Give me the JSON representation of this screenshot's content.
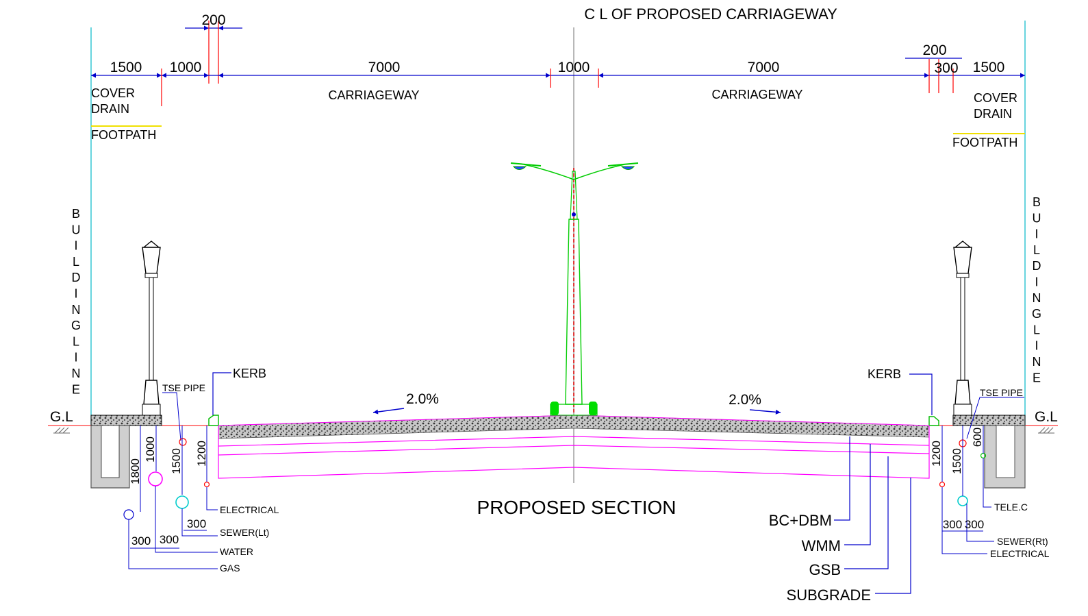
{
  "title": "C L OF PROPOSED CARRIAGEWAY",
  "section_title": "PROPOSED SECTION",
  "dims_top": {
    "d200_left": "200",
    "d1500_left": "1500",
    "d1000_left": "1000",
    "d7000_left": "7000",
    "d1000_median": "1000",
    "d7000_right": "7000",
    "d200_right": "200",
    "d300_right": "300",
    "d1500_right": "1500"
  },
  "labels": {
    "cover_drain_l1": "COVER",
    "cover_drain_l2": "DRAIN",
    "footpath": "FOOTPATH",
    "carriageway": "CARRIAGEWAY",
    "building_line": [
      "B",
      "U",
      "I",
      "L",
      "D",
      "I",
      "N",
      "G",
      "L",
      "I",
      "N",
      "E"
    ],
    "gl": "G.L",
    "kerb": "KERB",
    "tse_pipe": "TSE PIPE",
    "slope": "2.0%"
  },
  "utilities_left": {
    "dims": [
      "1800",
      "1000",
      "1500",
      "1200",
      "300",
      "300",
      "300"
    ],
    "labels": [
      "ELECTRICAL",
      "SEWER(Lt)",
      "WATER",
      "GAS"
    ]
  },
  "utilities_right": {
    "dims": [
      "1200",
      "1500",
      "600",
      "300",
      "300"
    ],
    "labels": [
      "TELE.C",
      "SEWER(Rt)",
      "ELECTRICAL"
    ]
  },
  "layers": [
    "BC+DBM",
    "WMM",
    "GSB",
    "SUBGRADE"
  ],
  "colors": {
    "dimension": "#0000cc",
    "building_line": "#00b8c8",
    "tick": "#ff0000",
    "layer": "#ff00ff",
    "pole": "#00cc00",
    "footpath_line": "#f0e000"
  }
}
